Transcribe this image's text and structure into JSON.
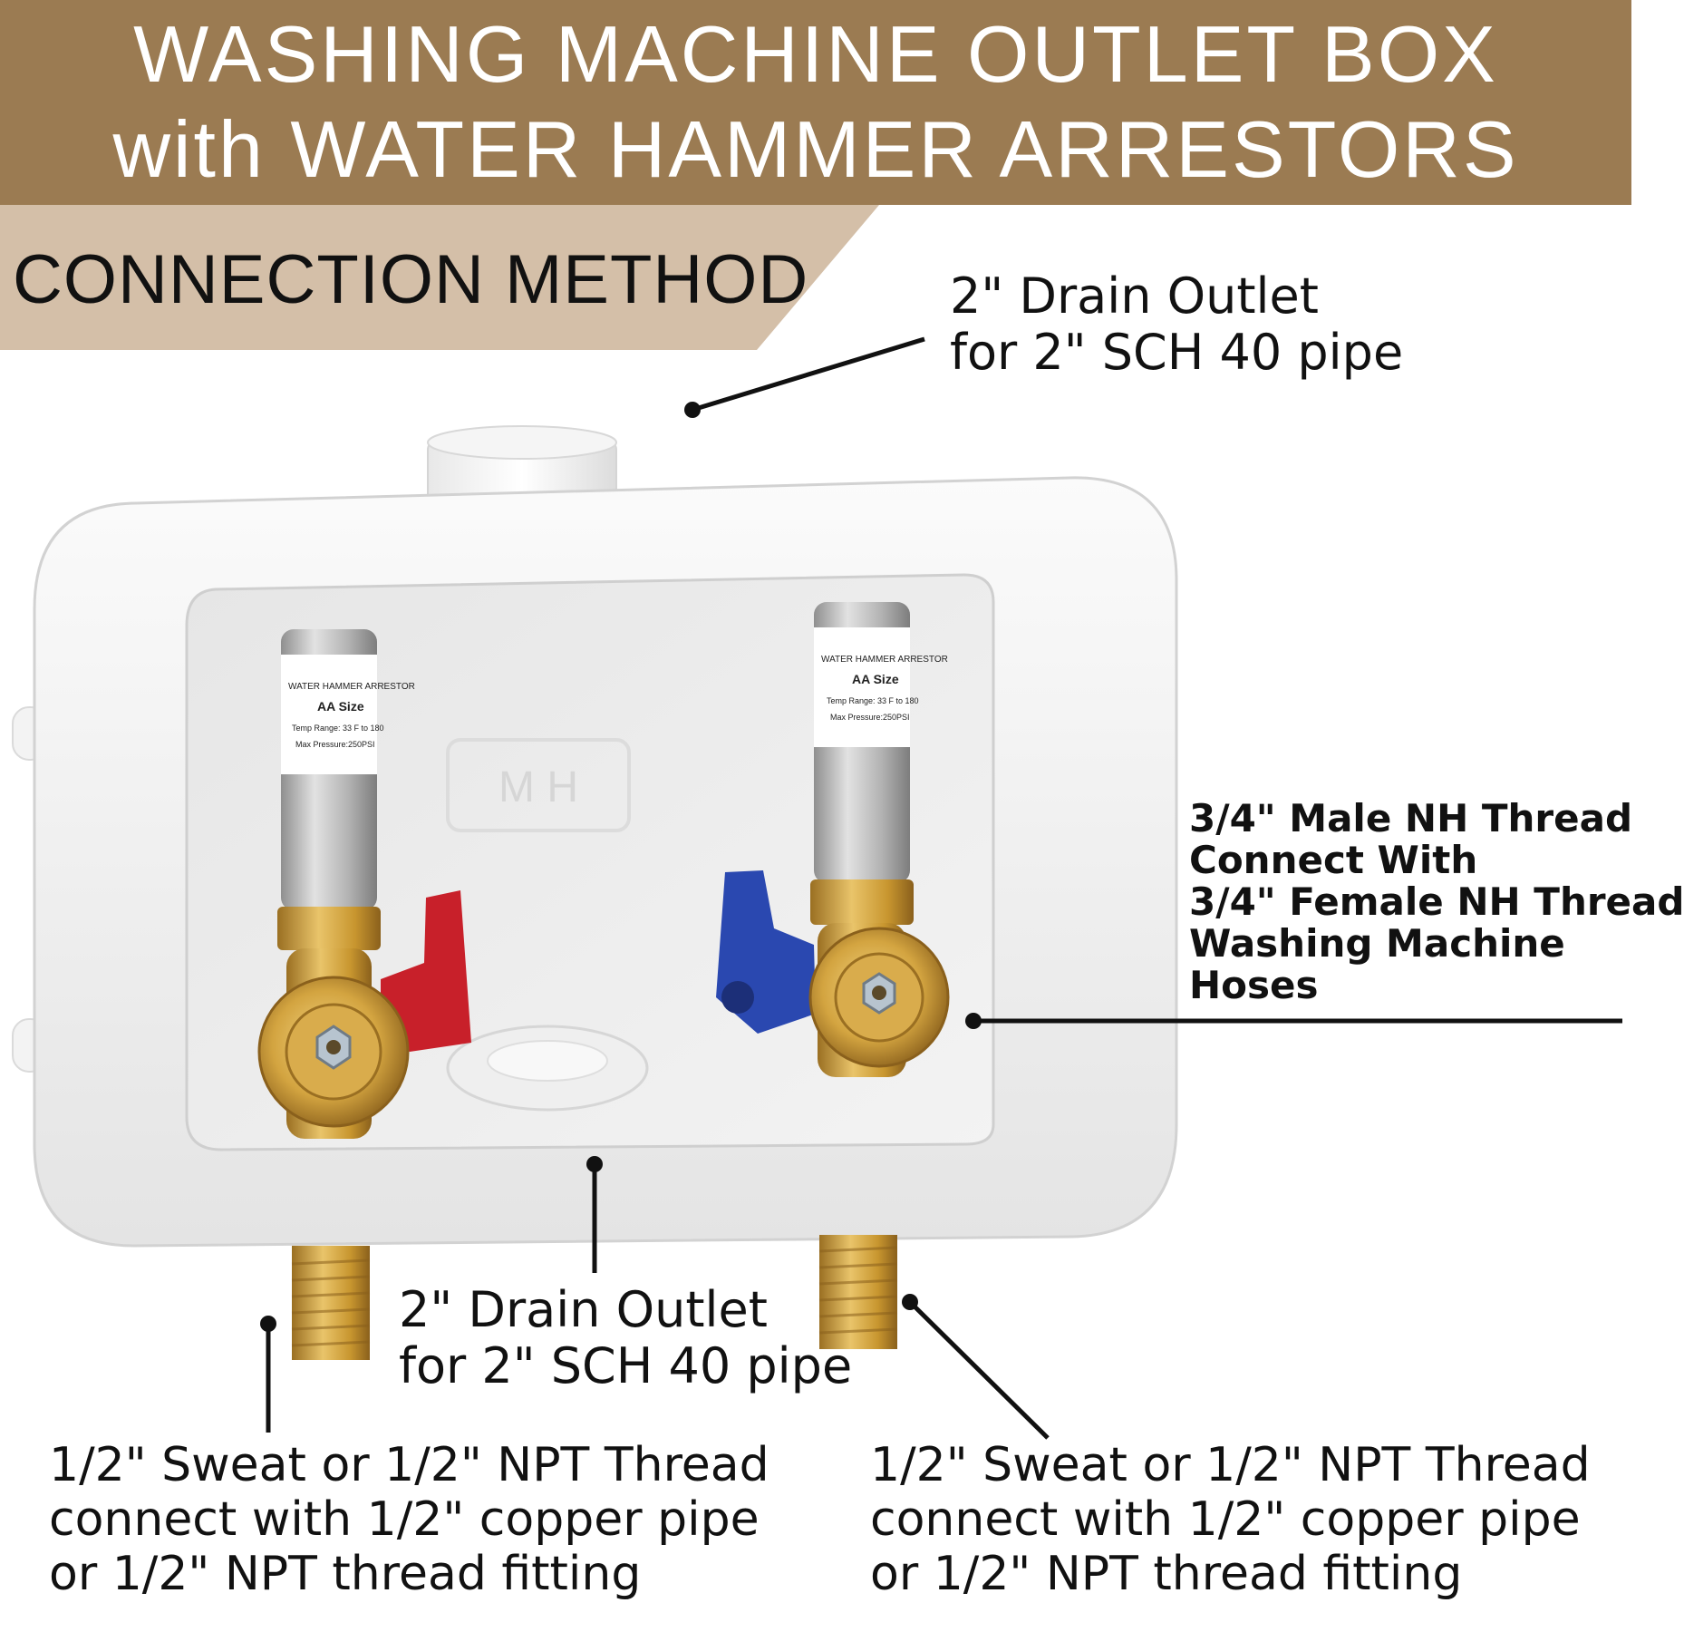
{
  "header": {
    "title_line1": "WASHING MACHINE OUTLET BOX",
    "title_line2": "with WATER HAMMER ARRESTORS",
    "section_label": "CONNECTION METHOD"
  },
  "annotations": {
    "top_drain": {
      "line1": "2\" Drain Outlet",
      "line2": "for 2\" SCH 40 pipe"
    },
    "mid_drain": {
      "line1": "2\" Drain Outlet",
      "line2": "for 2\" SCH 40 pipe"
    },
    "hose_thread": {
      "line1": "3/4\" Male NH Thread",
      "line2": "Connect With",
      "line3": "3/4\" Female NH Thread",
      "line4": "Washing Machine",
      "line5": "Hoses"
    },
    "left_supply": {
      "line1": "1/2\" Sweat or 1/2\" NPT Thread",
      "line2": "connect with 1/2\" copper pipe",
      "line3": "or  1/2\" NPT thread fitting"
    },
    "right_supply": {
      "line1": "1/2\" Sweat or 1/2\" NPT Thread",
      "line2": "connect with 1/2\" copper pipe",
      "line3": "or  1/2\" NPT thread fitting"
    }
  },
  "arrestor_label": {
    "line1": "WATER HAMMER ARRESTOR",
    "line2": "AA Size",
    "line3": "Temp Range: 33 F to 180",
    "line4": "Max Pressure:250PSI"
  },
  "box_embossing": "M H",
  "colors": {
    "banner": "#9b7b52",
    "tab": "#d4bfa8",
    "hot_handle": "#c8202a",
    "cold_handle": "#2a48b0",
    "brass": "#c99a3e",
    "steel": "#b9b9b9",
    "box": "#f4f4f4"
  }
}
